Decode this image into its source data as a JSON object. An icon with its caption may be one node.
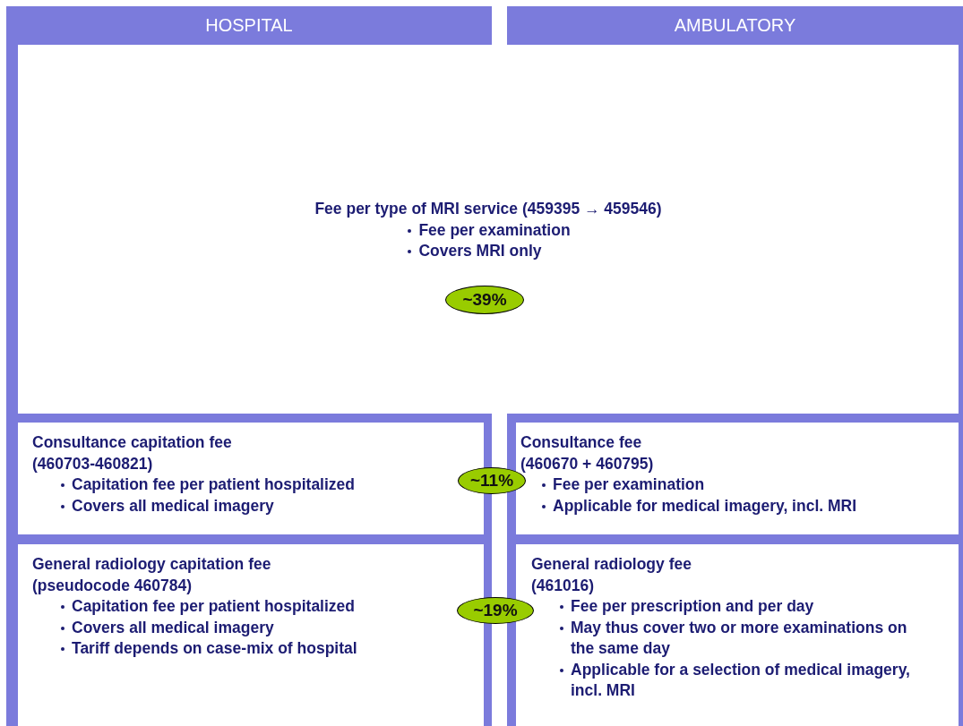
{
  "diagram": {
    "nodes": [
      {
        "text": [
          "HOSPITAL"
        ]
      },
      {
        "text": [
          "AMBULATORY"
        ]
      },
      {
        "text": [
          "Fee per type of MRI service (459395 → 459546)",
          "Fee per examination",
          "Covers MRI only"
        ]
      },
      {
        "text": [
          "~39%"
        ],
        "in": 2
      },
      {
        "text": [
          "Consultance capitation fee",
          "(460703-460821)",
          "Capitation fee per patient hospitalized",
          "Covers all medical imagery"
        ]
      },
      {
        "text": [
          "~11%"
        ]
      },
      {
        "text": [
          "Consultance fee",
          "(460670 + 460795)",
          "Fee per examination",
          "Applicable for medical imagery, incl. MRI"
        ]
      },
      {
        "text": [
          "General radiology capitation fee",
          "(pseudocode 460784)",
          "Capitation fee per patient hospitalized",
          "Covers all medical imagery",
          "Tariff depends on case-mix of hospital"
        ]
      },
      {
        "text": [
          "~19%"
        ]
      },
      {
        "text": [
          "General radiology fee",
          "(461016)",
          "Fee per prescription and per day",
          "May thus cover two or more examinations on the same day",
          "Applicable for a selection of medical imagery, incl. MRI"
        ]
      }
    ],
    "edges": []
  }
}
